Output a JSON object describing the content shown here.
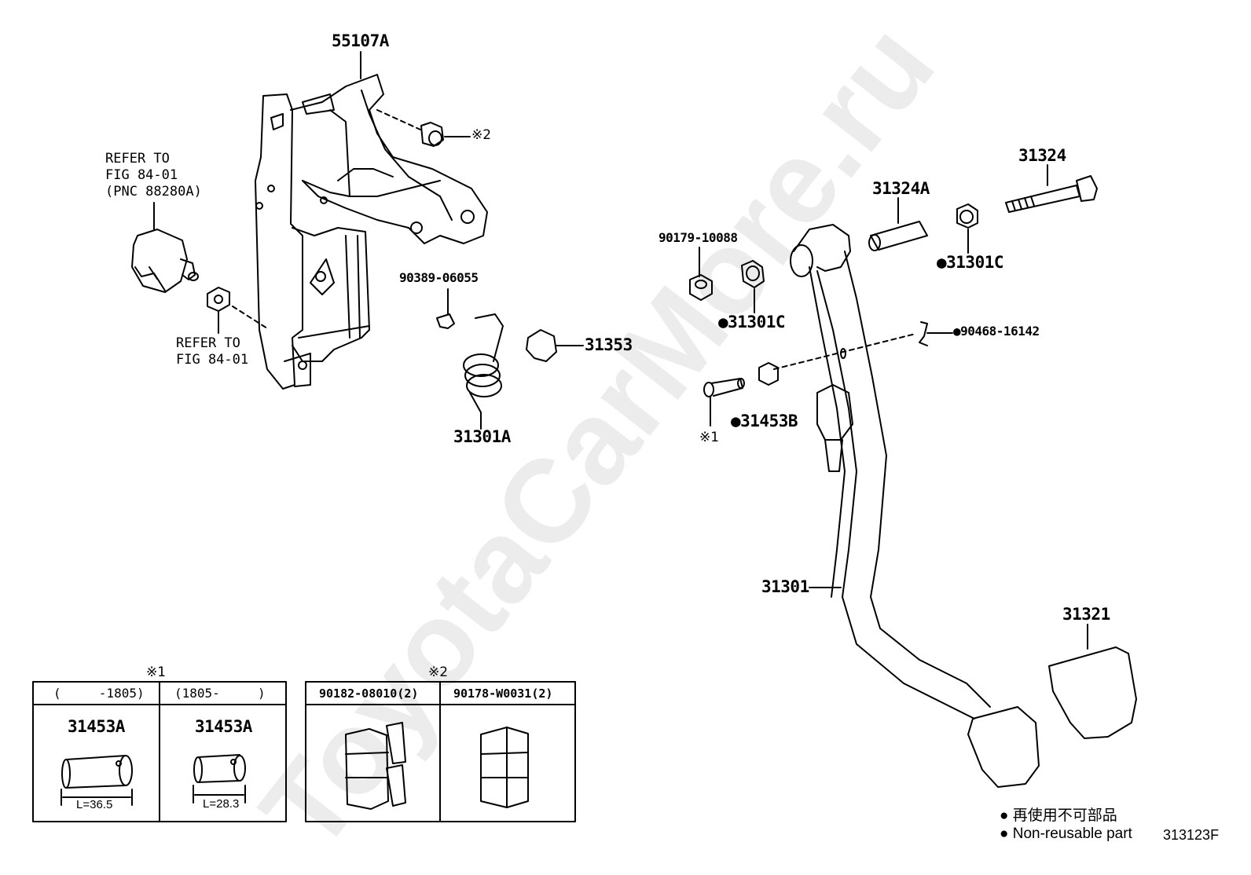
{
  "watermark": "ToyotaCarMore.ru",
  "labels": {
    "p55107a": "55107A",
    "mark2_top": "※2",
    "refer_1": "REFER TO\nFIG 84-01\n(PNC 88280A)",
    "refer_2": "REFER TO\nFIG 84-01",
    "p90389": "90389-06055",
    "p31353": "31353",
    "p31301a": "31301A",
    "p90179": "90179-10088",
    "p31301c_1": "●31301C",
    "p31324a": "31324A",
    "p31324": "31324",
    "p31301c_2": "●31301C",
    "p90468": "●90468-16142",
    "p31453b": "●31453B",
    "mark1": "※1",
    "p31301": "31301",
    "p31321": "31321"
  },
  "table1": {
    "mark": "※1",
    "col1_head": "(     -1805)",
    "col2_head": "(1805-     )",
    "col1_part": "31453A",
    "col2_part": "31453A",
    "col1_dim": "L=36.5",
    "col2_dim": "L=28.3"
  },
  "table2": {
    "mark": "※2",
    "col1_head": "90182-08010(2)",
    "col2_head": "90178-W0031(2)"
  },
  "legend": {
    "line1": "● 再使用不可部品",
    "line2": "● Non-reusable part",
    "figure_code": "313123F"
  }
}
